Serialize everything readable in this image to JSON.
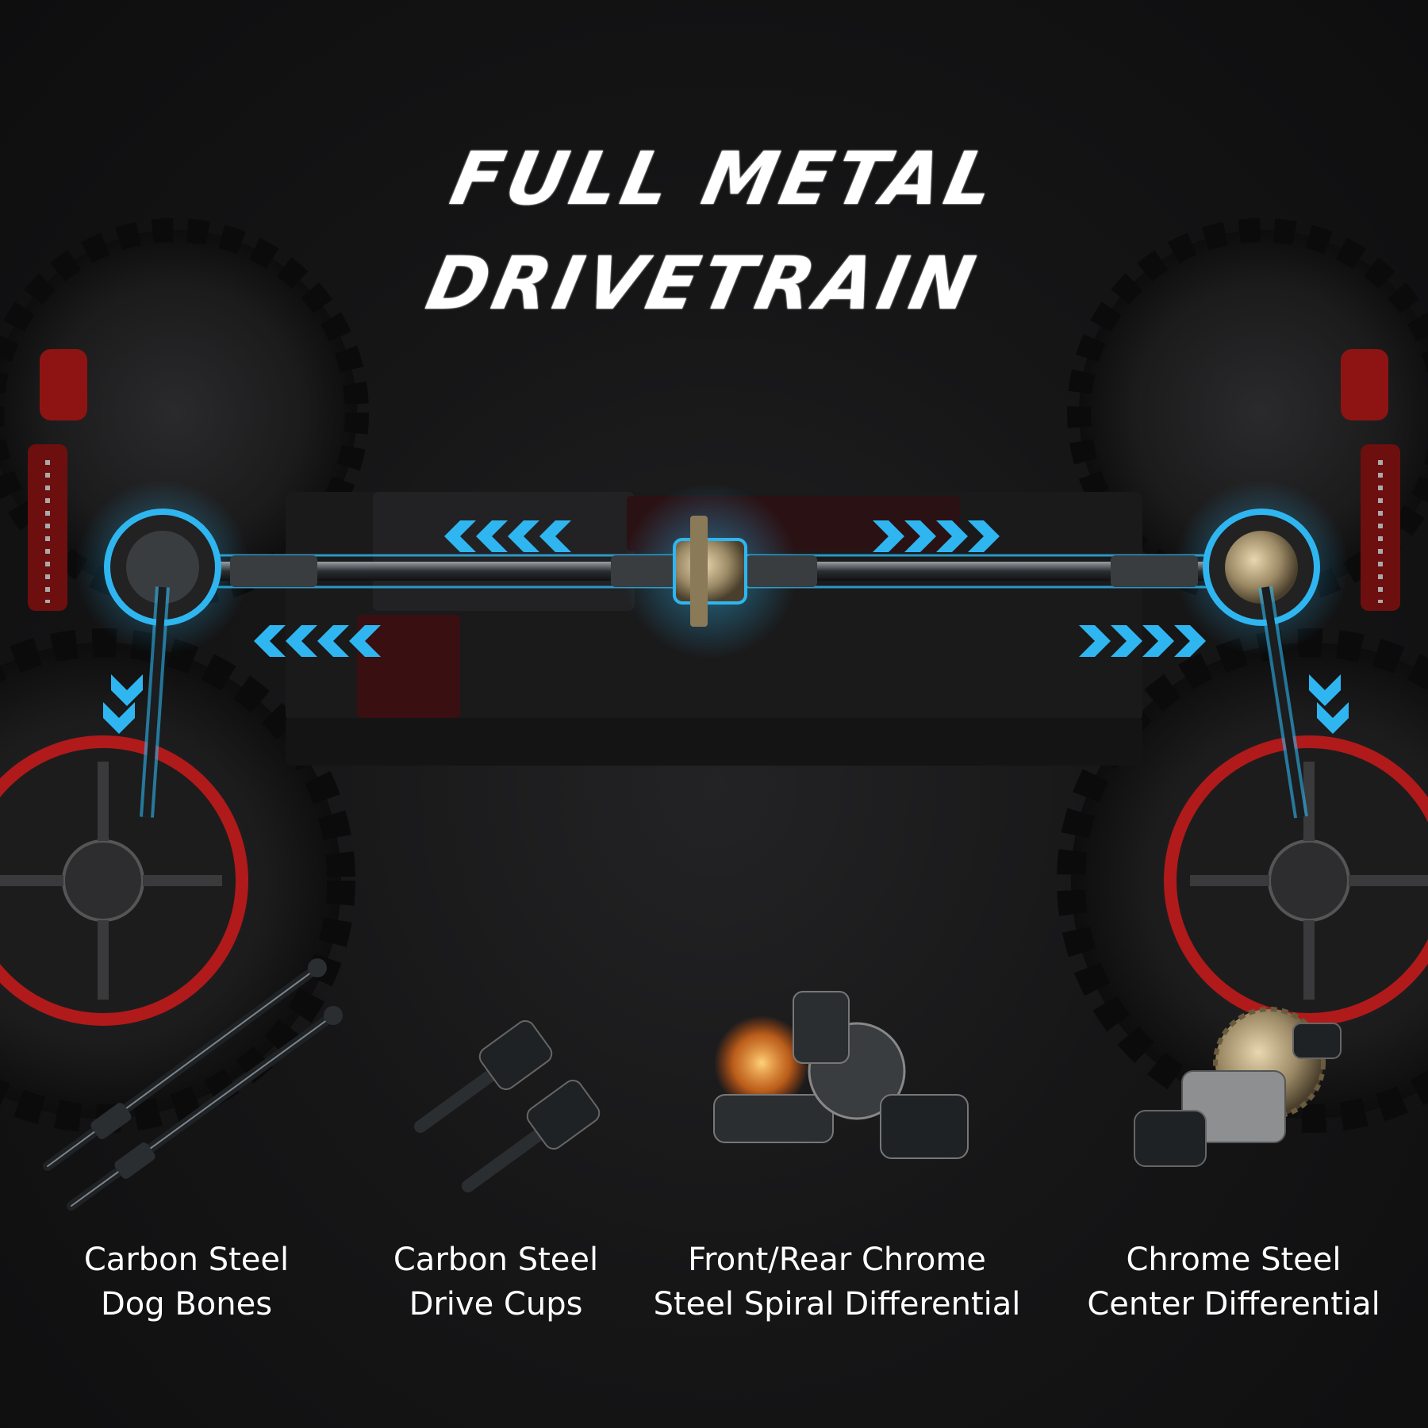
{
  "headline": {
    "line1": "FULL METAL",
    "line2": "DRIVETRAIN"
  },
  "parts": [
    {
      "line1": "Carbon Steel",
      "line2": "Dog Bones"
    },
    {
      "line1": "Carbon Steel",
      "line2": "Drive Cups"
    },
    {
      "line1": "Front/Rear Chrome",
      "line2": "Steel Spiral Differential"
    },
    {
      "line1": "Chrome Steel",
      "line2": "Center Differential"
    }
  ],
  "colors": {
    "background": "#111112",
    "highlight_blue": "#2fb6f0",
    "accent_red": "#b01a1a",
    "text": "#ffffff"
  }
}
